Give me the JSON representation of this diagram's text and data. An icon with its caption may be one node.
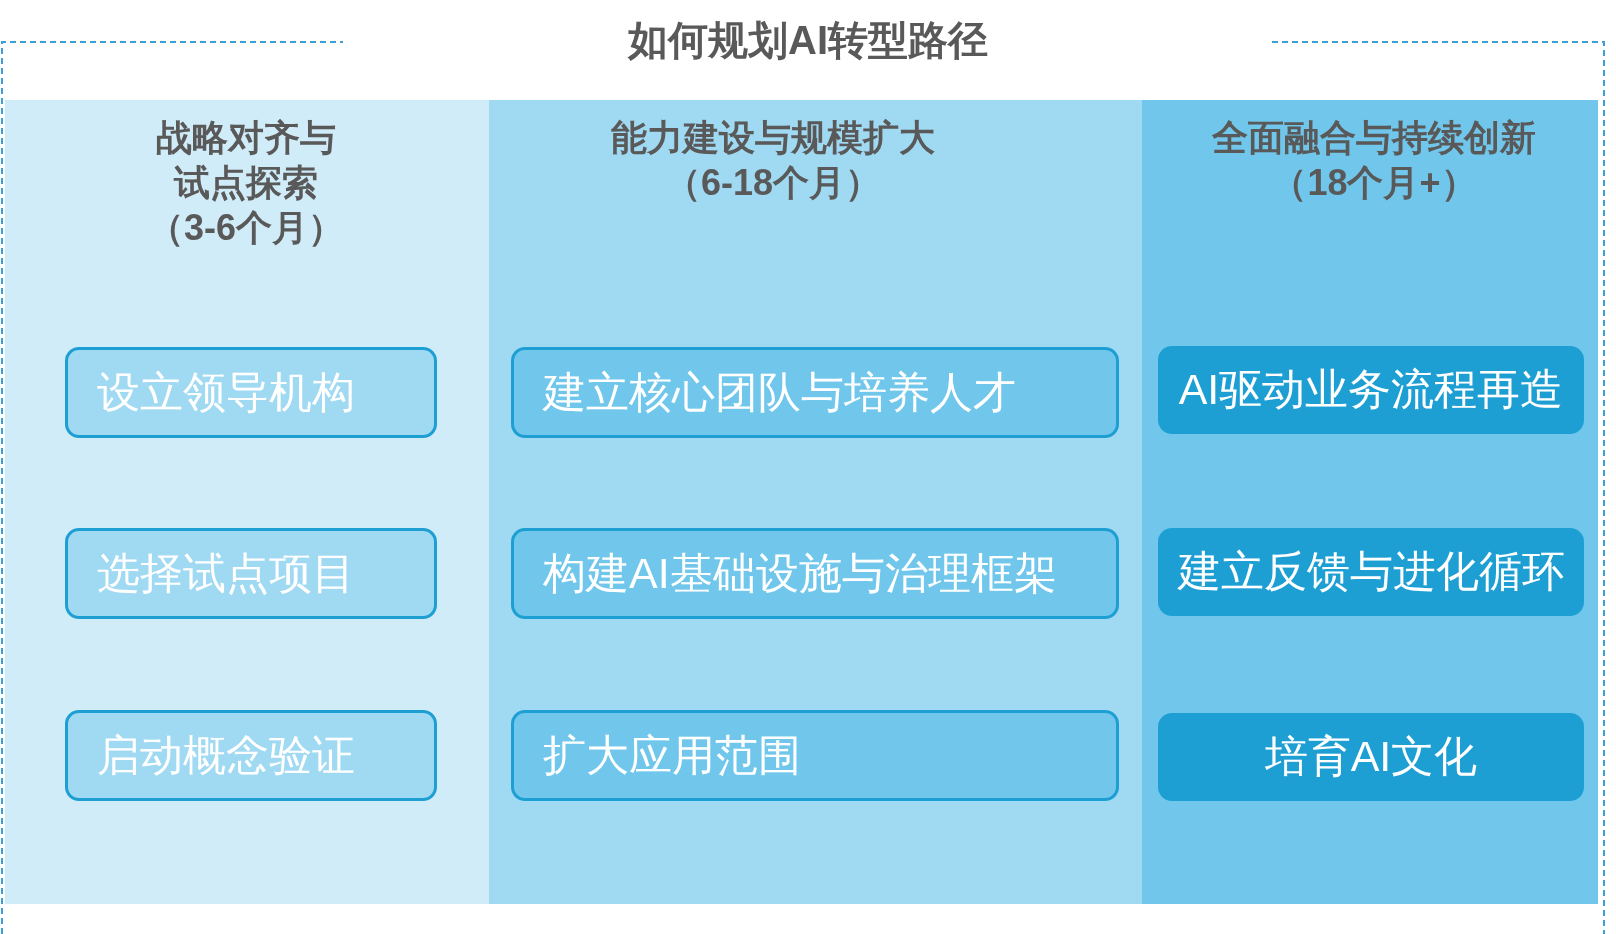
{
  "diagram": {
    "title": "如何规划AI转型路径",
    "nodes": [
      {
        "text": [
          "战略对齐与试点探索",
          "（3-6个月）"
        ]
      },
      {
        "text": [
          "设立领导机构"
        ],
        "in": 0
      },
      {
        "text": [
          "选择试点项目"
        ],
        "in": 0
      },
      {
        "text": [
          "启动概念验证"
        ],
        "in": 0
      },
      {
        "text": [
          "能力建设与规模扩大",
          "（6-18个月）"
        ]
      },
      {
        "text": [
          "建立核心团队与培养人才"
        ],
        "in": 4
      },
      {
        "text": [
          "构建AI基础设施与治理框架"
        ],
        "in": 4
      },
      {
        "text": [
          "扩大应用范围"
        ],
        "in": 4
      },
      {
        "text": [
          "全面融合与持续创新",
          "（18个月+）"
        ]
      },
      {
        "text": [
          "AI驱动业务流程再造"
        ],
        "in": 8
      },
      {
        "text": [
          "建立反馈与进化循环"
        ],
        "in": 8
      },
      {
        "text": [
          "培育AI文化"
        ],
        "in": 8
      }
    ]
  }
}
